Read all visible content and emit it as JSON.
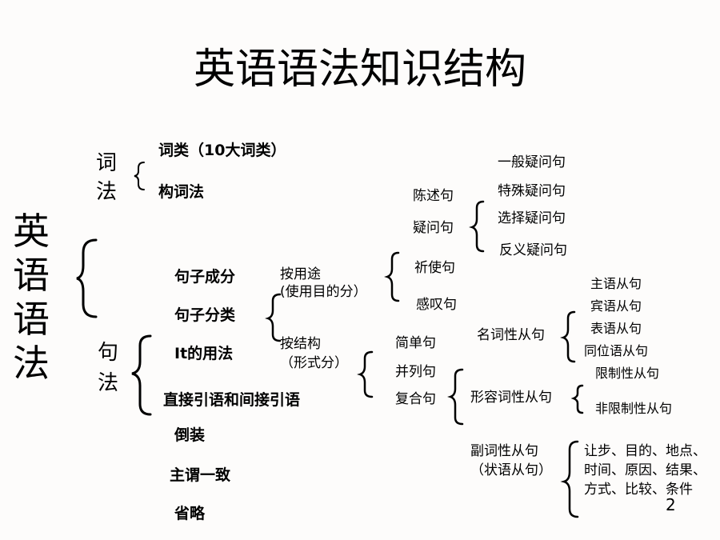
{
  "title": "英语语法知识结构",
  "root": "英语语法",
  "cifa": {
    "label": "词法",
    "items": [
      "词类（10大词类）",
      "构词法"
    ]
  },
  "jufa": {
    "label": "句法",
    "items": [
      "句子成分",
      "句子分类",
      "It的用法",
      "直接引语和间接引语",
      "倒装",
      "主谓一致",
      "省略"
    ]
  },
  "by_use": {
    "label": "按用途\n(使用目的分）",
    "items": [
      "陈述句",
      "疑问句",
      "祈使句",
      "感叹句"
    ]
  },
  "questions": [
    "一般疑问句",
    "特殊疑问句",
    "选择疑问句",
    "反义疑问句"
  ],
  "by_structure": {
    "label": "按结构\n（形式分）",
    "items": [
      "简单句",
      "并列句",
      "复合句"
    ]
  },
  "noun_clause": {
    "label": "名词性从句",
    "items": [
      "主语从句",
      "宾语从句",
      "表语从句",
      "同位语从句"
    ]
  },
  "adj_clause": {
    "label": "形容词性从句",
    "items": [
      "限制性从句",
      "非限制性从句"
    ]
  },
  "adv_clause": {
    "label": "副词性从句\n（状语从句）",
    "items": "让步、目的、地点、\n时间、原因、结果、\n方式、比较、条件"
  },
  "page_number": "2"
}
